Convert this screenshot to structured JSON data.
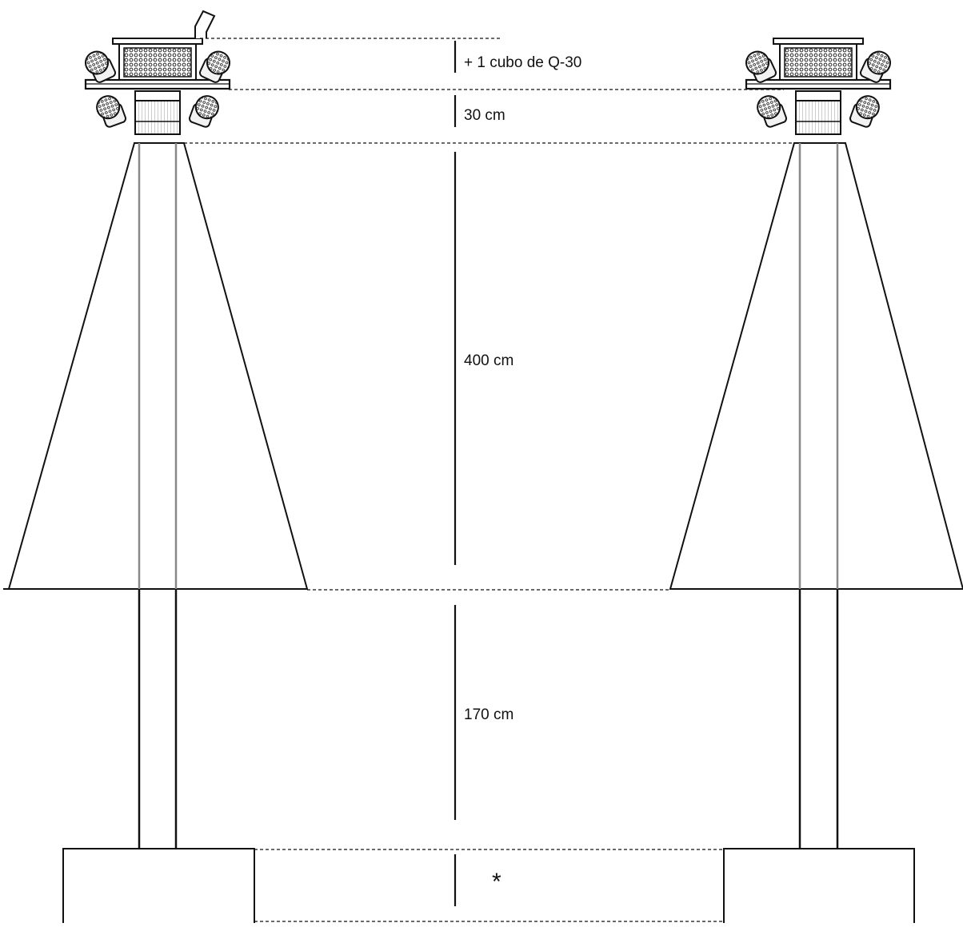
{
  "diagram": {
    "dimensions": {
      "cube_note": "+ 1 cubo de Q-30",
      "head_height": "30 cm",
      "cone_height": "400 cm",
      "lower_height": "170 cm",
      "base_height": "*"
    },
    "colors": {
      "line": "#111111",
      "inner_line": "#888888",
      "background": "#ffffff",
      "fixture_fill": "#f2f2f2"
    },
    "structures": [
      "left-tower",
      "right-tower"
    ]
  }
}
